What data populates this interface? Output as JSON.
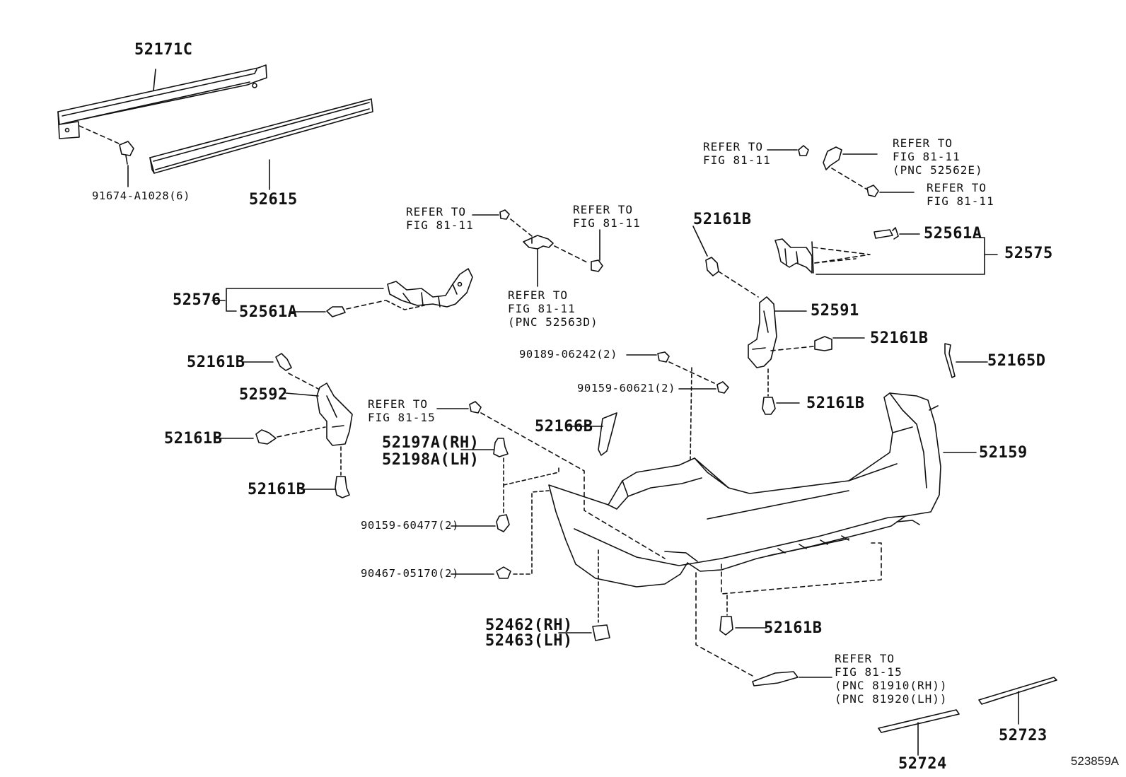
{
  "figure_id": "523859A",
  "parts": {
    "p52171C": "52171C",
    "p91674": "91674-A1028(6)",
    "p52615": "52615",
    "p52576": "52576",
    "p52561A_left": "52561A",
    "p52561A_right": "52561A",
    "p52575": "52575",
    "p52161B_a": "52161B",
    "p52161B_b": "52161B",
    "p52161B_c": "52161B",
    "p52161B_d": "52161B",
    "p52161B_e": "52161B",
    "p52161B_f": "52161B",
    "p52161B_g": "52161B",
    "p52592": "52592",
    "p52591": "52591",
    "p52165D": "52165D",
    "p52159": "52159",
    "p52166B": "52166B",
    "p52197A": "52197A(RH)",
    "p52198A": "52198A(LH)",
    "p90189": "90189-06242(2)",
    "p90159_60621": "90159-60621(2)",
    "p90159_60477": "90159-60477(2)",
    "p90467": "90467-05170(2)",
    "p52462": "52462(RH)",
    "p52463": "52463(LH)",
    "p52724": "52724",
    "p52723": "52723"
  },
  "refs": {
    "r1": [
      "REFER TO",
      "FIG 81-11"
    ],
    "r2": [
      "REFER TO",
      "FIG 81-11"
    ],
    "r3": [
      "REFER TO",
      "FIG 81-11",
      "(PNC 52563D)"
    ],
    "r4": [
      "REFER TO",
      "FIG 81-11"
    ],
    "r5": [
      "REFER TO",
      "FIG 81-11",
      "(PNC 52562E)"
    ],
    "r6": [
      "REFER TO",
      "FIG 81-11"
    ],
    "r7": [
      "REFER TO",
      "FIG 81-15"
    ],
    "r8": [
      "REFER TO",
      "FIG 81-15",
      "(PNC 81910(RH))",
      "(PNC 81920(LH))"
    ]
  }
}
